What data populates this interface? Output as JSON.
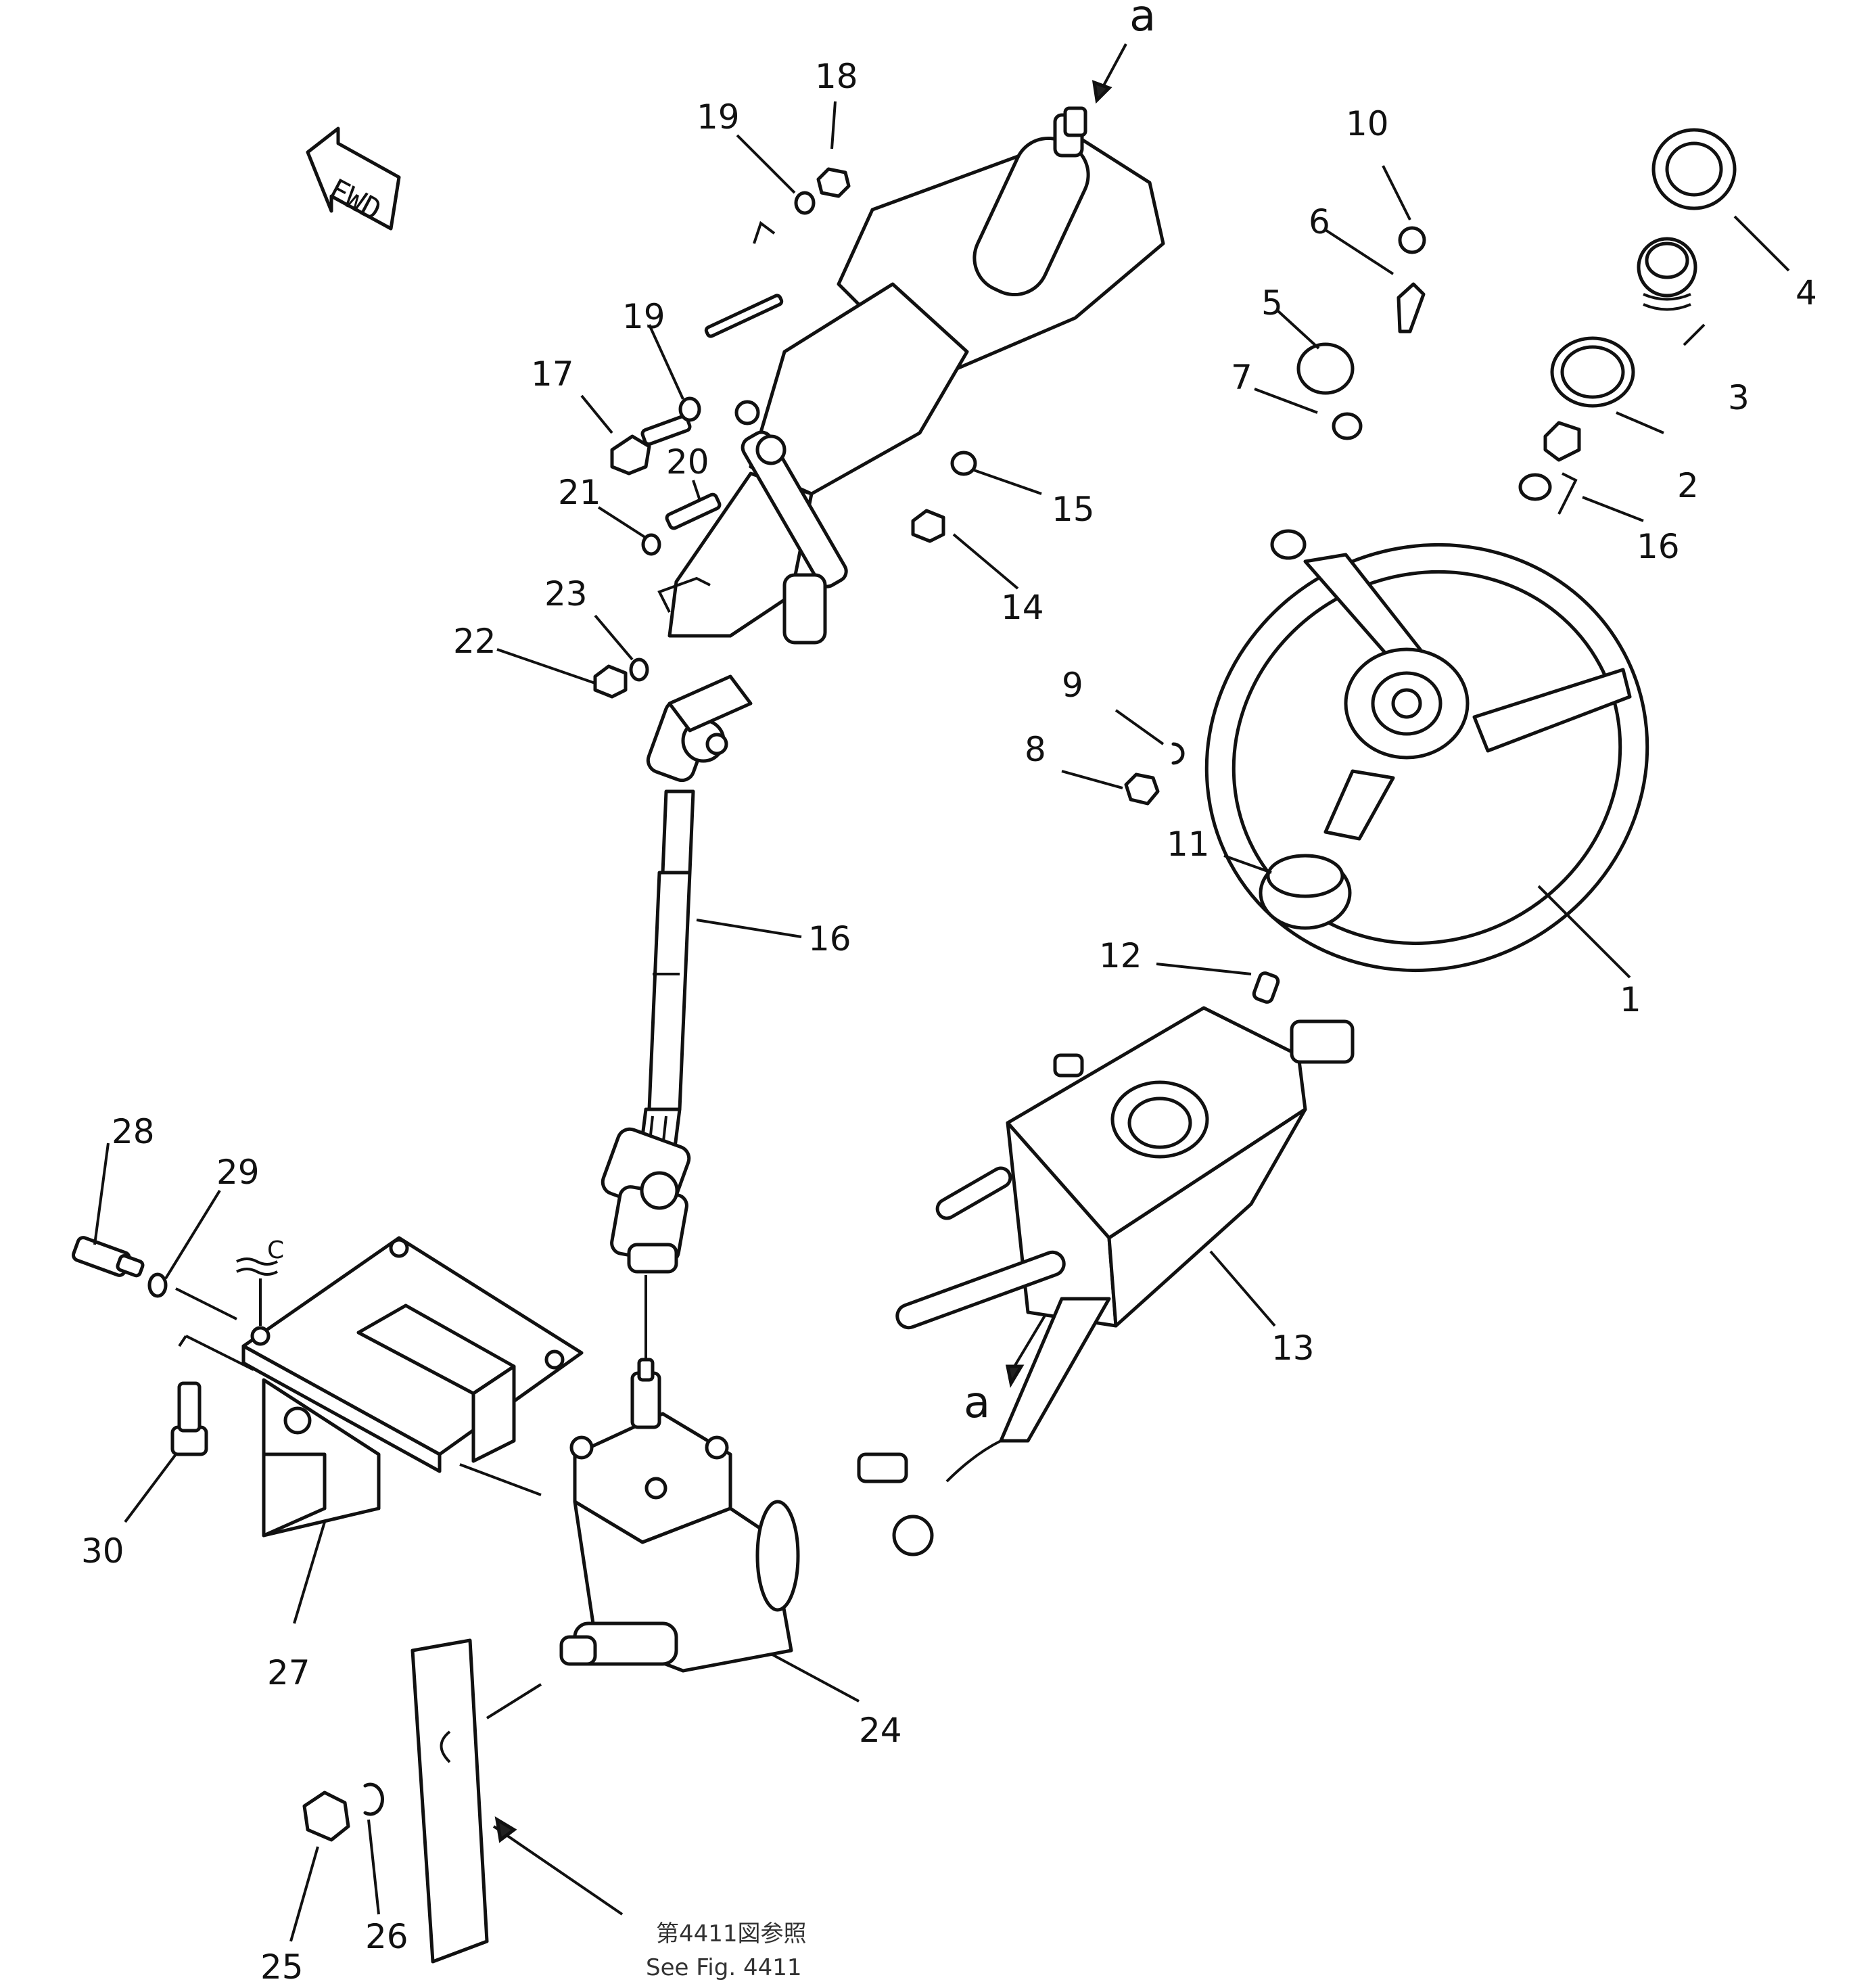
{
  "fwd_label": "FWD",
  "view_marks": {
    "top": "a",
    "bottom": "a",
    "c_mark": "C"
  },
  "callouts": {
    "n1": "1",
    "n2": "2",
    "n3": "3",
    "n4": "4",
    "n5": "5",
    "n6": "6",
    "n7": "7",
    "n8": "8",
    "n9": "9",
    "n10": "10",
    "n11": "11",
    "n12": "12",
    "n13": "13",
    "n14": "14",
    "n15": "15",
    "n16_right": "16",
    "n16_shaft": "16",
    "n17": "17",
    "n18": "18",
    "n19_top": "19",
    "n19_mid": "19",
    "n20": "20",
    "n21": "21",
    "n22": "22",
    "n23": "23",
    "n24": "24",
    "n25": "25",
    "n26": "26",
    "n27": "27",
    "n28": "28",
    "n29": "29",
    "n30": "30"
  },
  "reference": {
    "jp": "第4411図参照",
    "en": "See Fig. 4411"
  }
}
